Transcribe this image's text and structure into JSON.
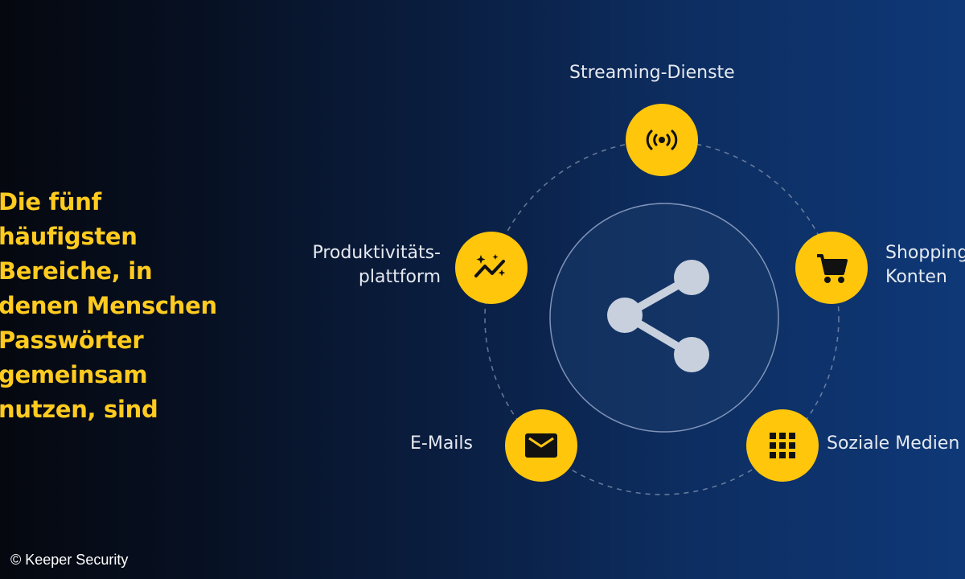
{
  "headline": [
    "Die fünf",
    "häufigsten",
    "Bereiche, in",
    "denen Menschen",
    "Passwörter",
    "gemeinsam",
    "nutzen, sind"
  ],
  "copyright": "© Keeper Security",
  "center": {
    "icon": "share-icon"
  },
  "categories": [
    {
      "id": "streaming",
      "label": "Streaming-Dienste",
      "icon": "broadcast-icon"
    },
    {
      "id": "shopping",
      "label_lines": [
        "Shopping-",
        "Konten"
      ],
      "icon": "cart-icon"
    },
    {
      "id": "social",
      "label": "Soziale Medien",
      "icon": "grid-icon"
    },
    {
      "id": "email",
      "label": "E-Mails",
      "icon": "envelope-icon"
    },
    {
      "id": "productivity",
      "label_lines": [
        "Produktivitäts-",
        "plattform"
      ],
      "icon": "chart-spark-icon"
    }
  ],
  "colors": {
    "accent": "#ffc60c",
    "headline": "#ffcb1f",
    "icon": "#111111",
    "center_fill": "#1a3a6a",
    "share_icon": "#c8d0de",
    "text": "#e6eaf1"
  }
}
